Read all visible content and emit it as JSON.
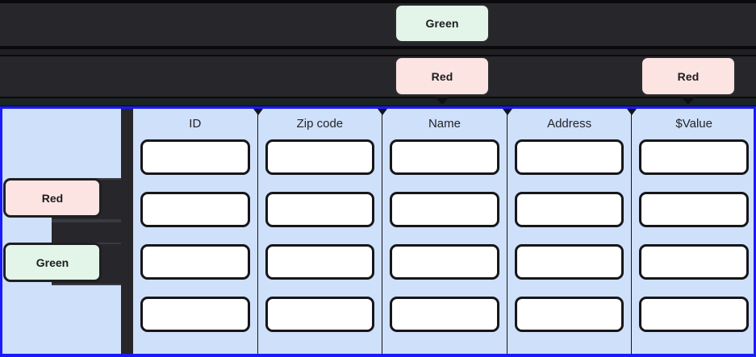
{
  "colors": {
    "selection_outline": "#1a1aff",
    "panel_blue": "#cfe0fa",
    "card_red": "#fbe4e2",
    "card_green": "#e3f4e8",
    "dark_band": "#26262b",
    "dark_bg": "#0a0a0c",
    "cell_fill": "#ffffff",
    "cell_border": "#16161a"
  },
  "overlay": {
    "tooltips": [
      {
        "label": "Green",
        "variant": "green"
      },
      {
        "label": "Red",
        "variant": "red"
      },
      {
        "label": "Red",
        "variant": "red"
      }
    ]
  },
  "left_panel": {
    "cards": [
      {
        "label": "Red",
        "variant": "red"
      },
      {
        "label": "Green",
        "variant": "green"
      }
    ]
  },
  "table": {
    "columns": [
      {
        "header": "ID",
        "cells": [
          "",
          "",
          "",
          ""
        ]
      },
      {
        "header": "Zip code",
        "cells": [
          "",
          "",
          "",
          ""
        ]
      },
      {
        "header": "Name",
        "cells": [
          "",
          "",
          "",
          ""
        ]
      },
      {
        "header": "Address",
        "cells": [
          "",
          "",
          "",
          ""
        ]
      },
      {
        "header": "$Value",
        "cells": [
          "",
          "",
          "",
          ""
        ]
      }
    ]
  }
}
